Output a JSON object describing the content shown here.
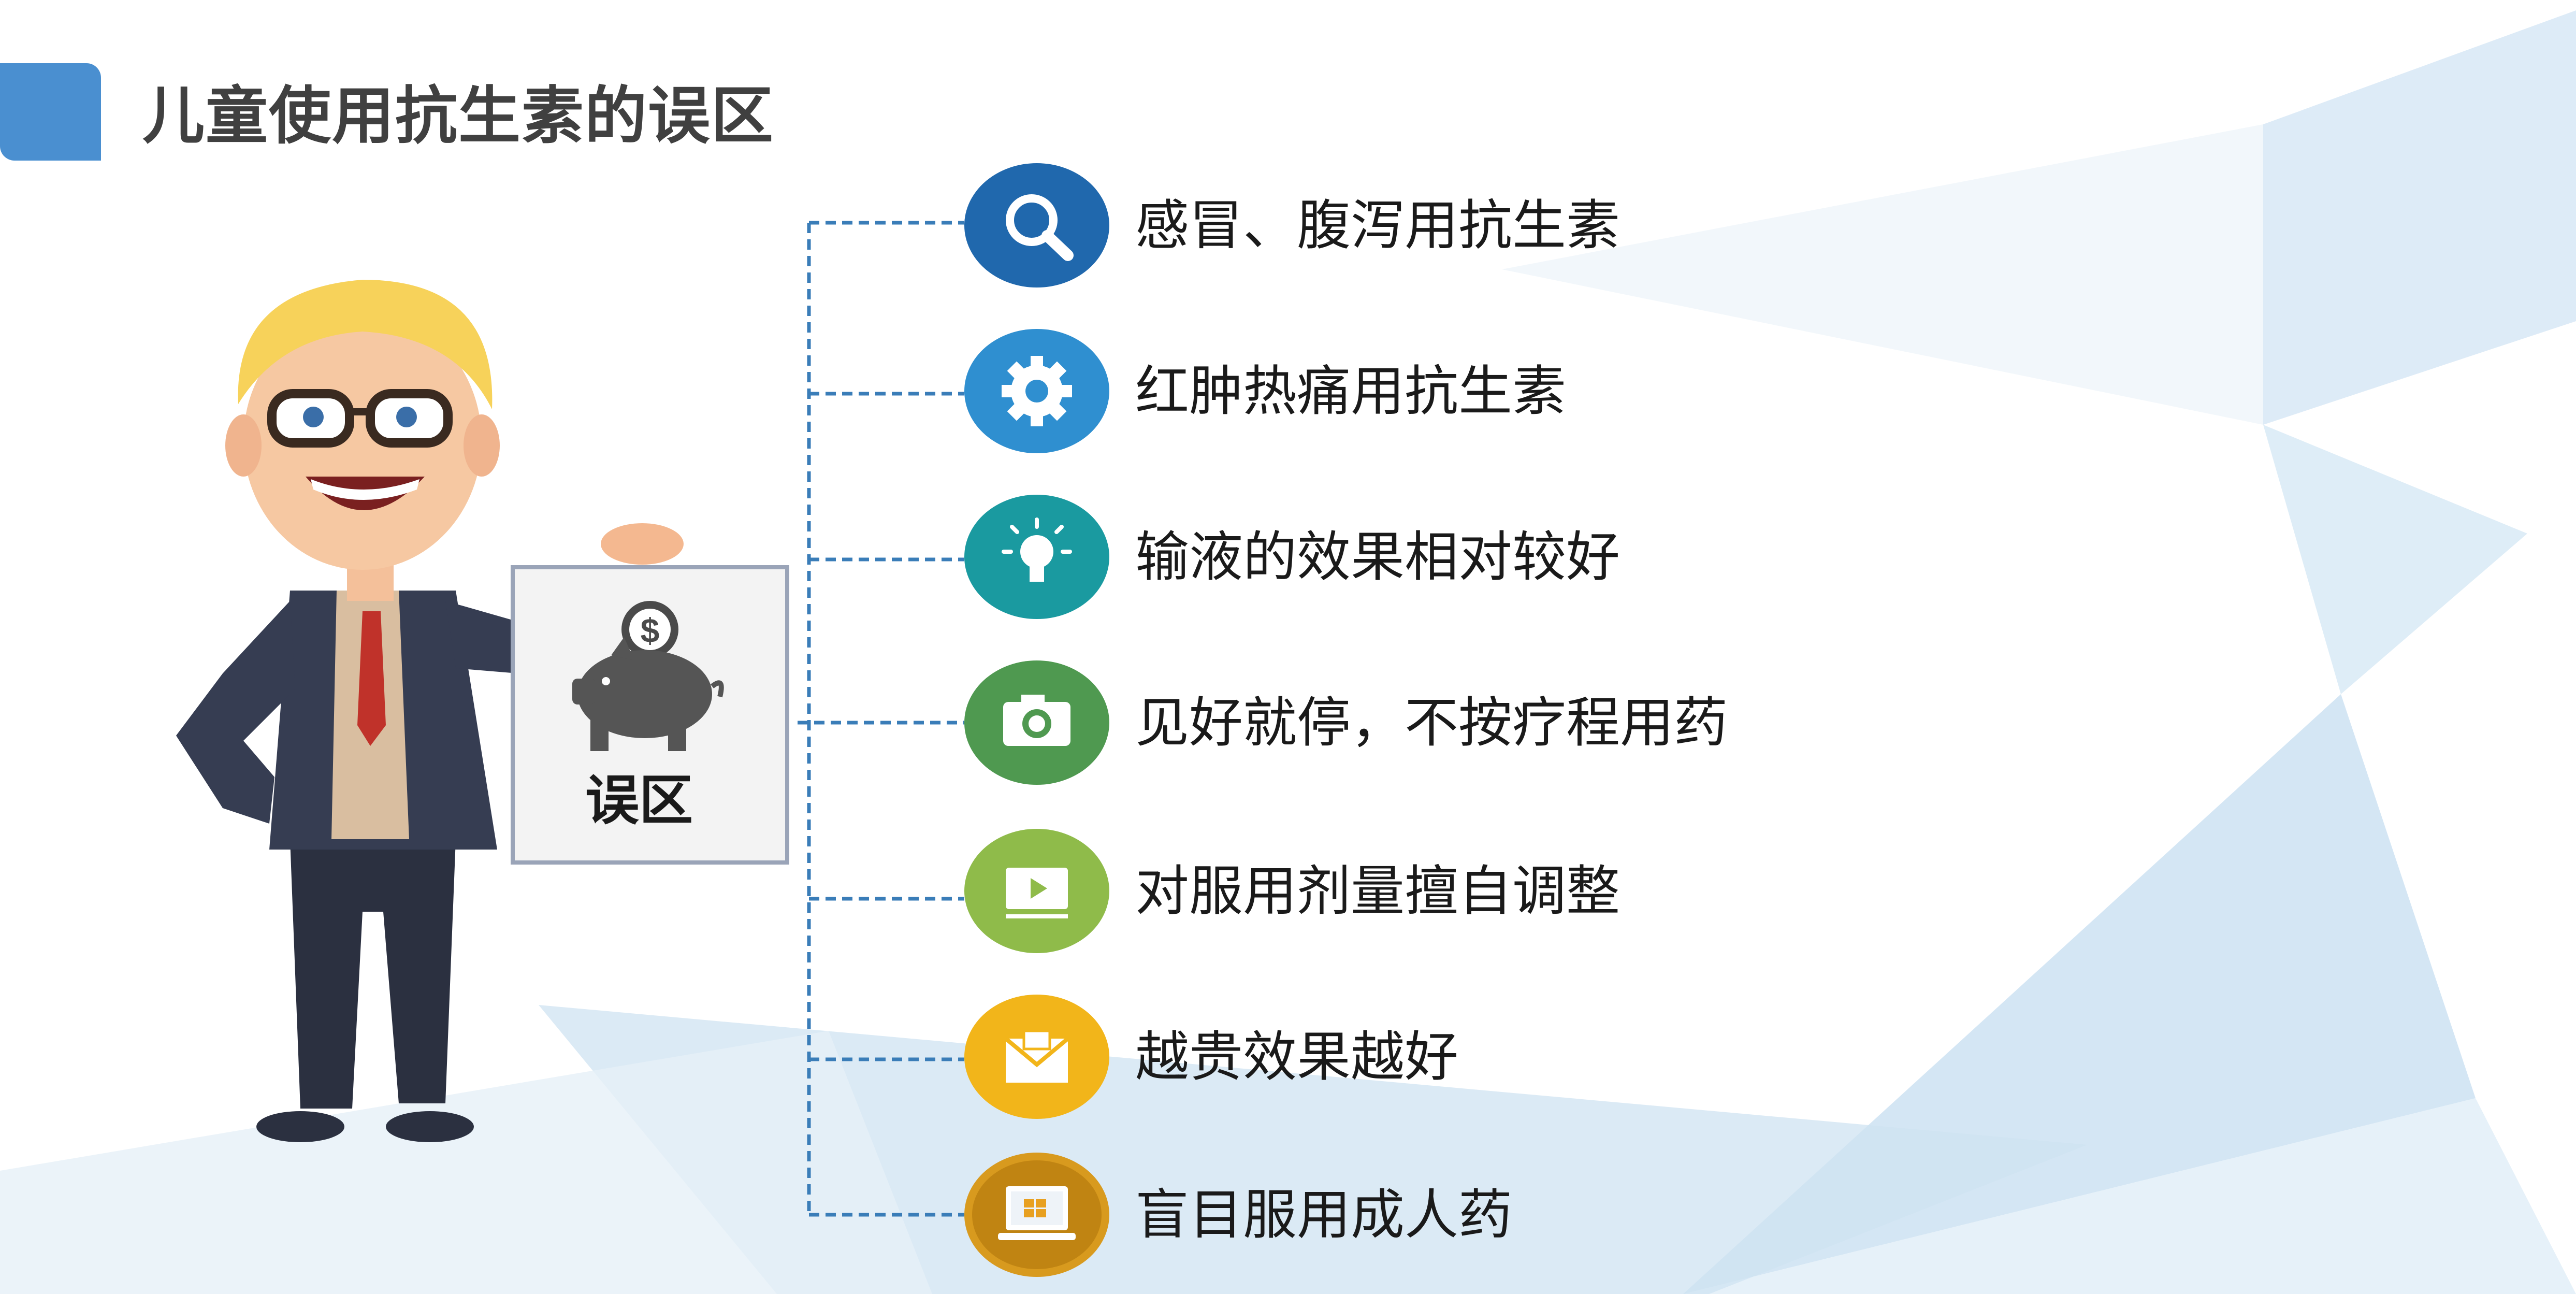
{
  "slide": {
    "title": "儿童使用抗生素的误区",
    "card_label": "误区",
    "accent_color": "#4a8fd0",
    "items": [
      {
        "label": "感冒、腹泻用抗生素",
        "icon": "magnifier-icon",
        "color": "#2068ad"
      },
      {
        "label": "红肿热痛用抗生素",
        "icon": "gear-wrench-icon",
        "color": "#2f8fd0"
      },
      {
        "label": "输液的效果相对较好",
        "icon": "lightbulb-icon",
        "color": "#1a9aa0"
      },
      {
        "label": "见好就停，不按疗程用药",
        "icon": "camera-icon",
        "color": "#4f9950"
      },
      {
        "label": "对服用剂量擅自调整",
        "icon": "video-player-icon",
        "color": "#8fbb4a"
      },
      {
        "label": "越贵效果越好",
        "icon": "envelope-icon",
        "color": "#f2b51a"
      },
      {
        "label": "盲目服用成人药",
        "icon": "laptop-icon",
        "color": "#d89a1e"
      }
    ]
  }
}
